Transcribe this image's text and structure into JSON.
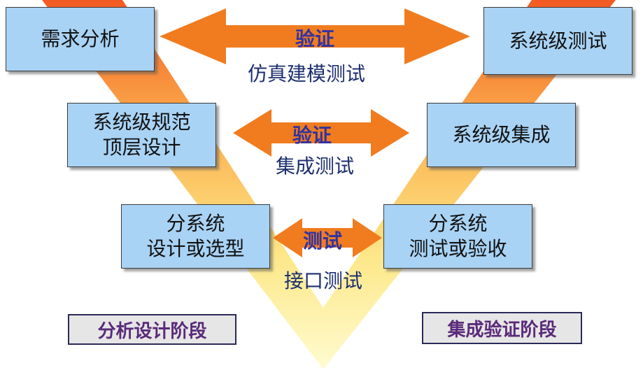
{
  "left_boxes": {
    "requirements": {
      "line1": "需求分析"
    },
    "system_spec": {
      "line1": "系统级规范",
      "line2": "顶层设计"
    },
    "subsystem_design": {
      "line1": "分系统",
      "line2": "设计或选型"
    }
  },
  "right_boxes": {
    "system_test": {
      "line1": "系统级测试"
    },
    "system_integration": {
      "line1": "系统级集成"
    },
    "subsystem_test": {
      "line1": "分系统",
      "line2": "测试或验收"
    }
  },
  "arrows": {
    "top": {
      "label": "验证",
      "caption": "仿真建模测试"
    },
    "middle": {
      "label": "验证",
      "caption": "集成测试"
    },
    "bottom": {
      "label": "测试",
      "caption": "接口测试"
    }
  },
  "phases": {
    "left": "分析设计阶段",
    "right": "集成验证阶段"
  },
  "colors": {
    "box_fill": "#a9d3f5",
    "arrow_fill": "#f07c1f",
    "v_top": "#f35a23",
    "v_bottom": "#fdf4a6",
    "label_text": "#3333a0"
  }
}
